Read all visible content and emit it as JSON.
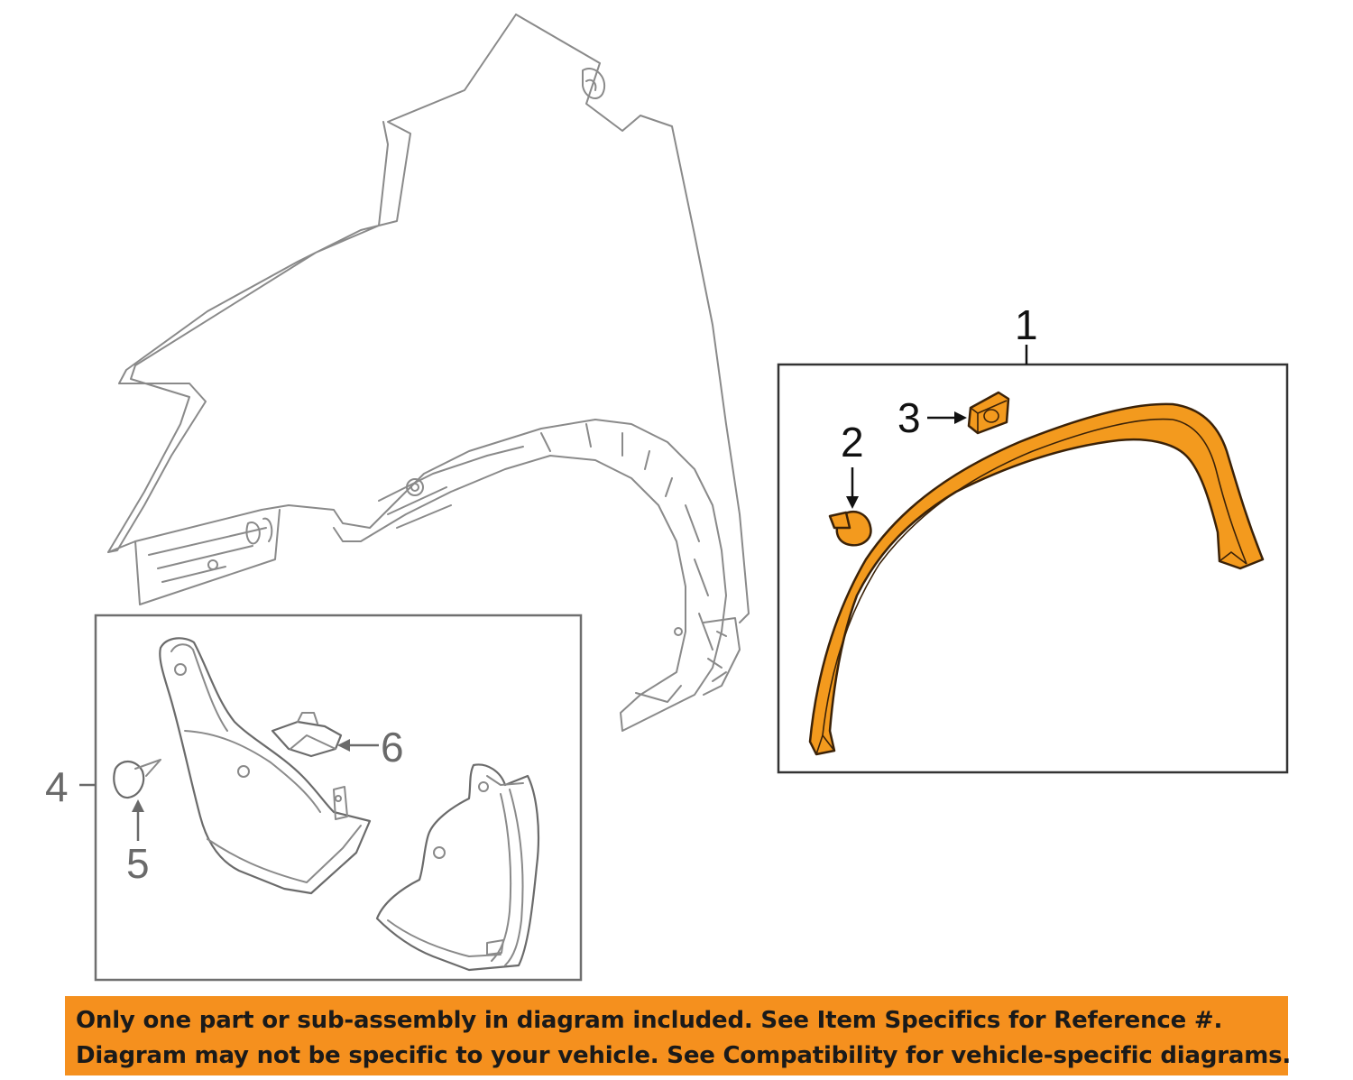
{
  "callouts": {
    "c1": "1",
    "c2": "2",
    "c3": "3",
    "c4": "4",
    "c5": "5",
    "c6": "6"
  },
  "disclaimer": {
    "line1": "Only one part or sub-assembly in diagram included. See Item Specifics for Reference #.",
    "line2": "Diagram may not be specific to your vehicle. See Compatibility for vehicle-specific diagrams."
  },
  "colors": {
    "highlight": "#f39a1e",
    "banner": "#f5901e",
    "outline": "#8a8a8a"
  }
}
